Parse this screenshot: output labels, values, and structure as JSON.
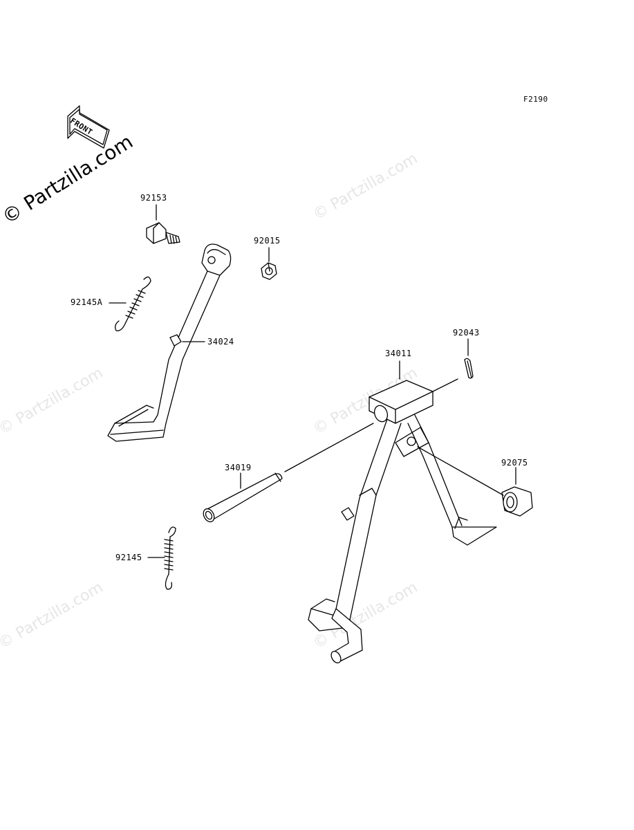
{
  "figure_code": "F2190",
  "watermark": "© Partzilla.com",
  "front_label": "FRONT",
  "parts": [
    {
      "id": "92153"
    },
    {
      "id": "92015"
    },
    {
      "id": "92145A"
    },
    {
      "id": "34024"
    },
    {
      "id": "34011"
    },
    {
      "id": "92043"
    },
    {
      "id": "92075"
    },
    {
      "id": "34019"
    },
    {
      "id": "92145"
    }
  ]
}
